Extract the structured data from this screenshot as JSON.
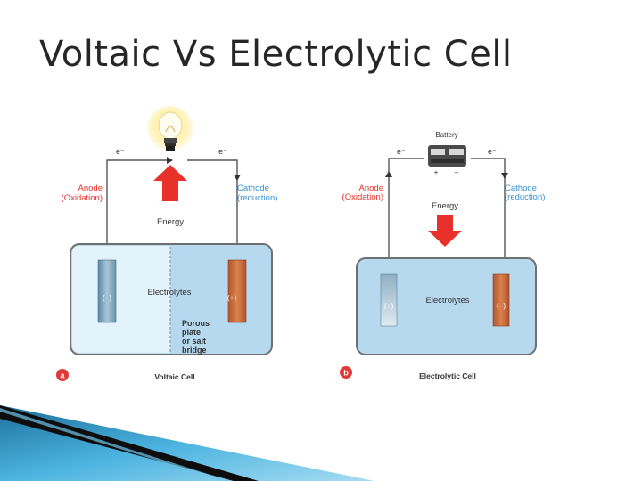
{
  "slide": {
    "title": "Voltaic Vs Electrolytic Cell"
  },
  "voltaic": {
    "panel_letter": "a",
    "caption": "Voltaic Cell",
    "electron_left": "e⁻",
    "electron_right": "e⁻",
    "anode_label": "Anode",
    "anode_sub": "(Oxidation)",
    "cathode_label": "Cathode",
    "cathode_sub": "(reduction)",
    "energy_label": "Energy",
    "electrolyte_label": "Electrolytes",
    "left_electrode_sign": "(–)",
    "right_electrode_sign": "(+)",
    "bridge_label_lines": [
      "Porous",
      "plate",
      "or salt",
      "bridge"
    ]
  },
  "electrolytic": {
    "panel_letter": "b",
    "caption": "Electrolytic Cell",
    "battery_label": "Battery",
    "battery_plus": "+",
    "battery_minus": "–",
    "electron_left": "e⁻",
    "electron_right": "e⁻",
    "anode_label": "Anode",
    "anode_sub": "(Oxidation)",
    "cathode_label": "Cathode",
    "cathode_sub": "(reduction)",
    "energy_label": "Energy",
    "electrolyte_label": "Electrolytes",
    "left_electrode_sign": "(+)",
    "right_electrode_sign": "(–)"
  },
  "colors": {
    "label_red": "#e8312a",
    "label_blue": "#3a8fd0",
    "energy_arrow": "#e8312a",
    "tank_border": "#6f6f6f",
    "electrolyte_light": "#e3f3fb",
    "electrolyte_fill": "#b7d9ef",
    "anode_metal": "#7fa6bd",
    "cathode_metal": "#c8683a",
    "badge_red": "#e03a37",
    "accent_band": "#3aa7d8"
  }
}
